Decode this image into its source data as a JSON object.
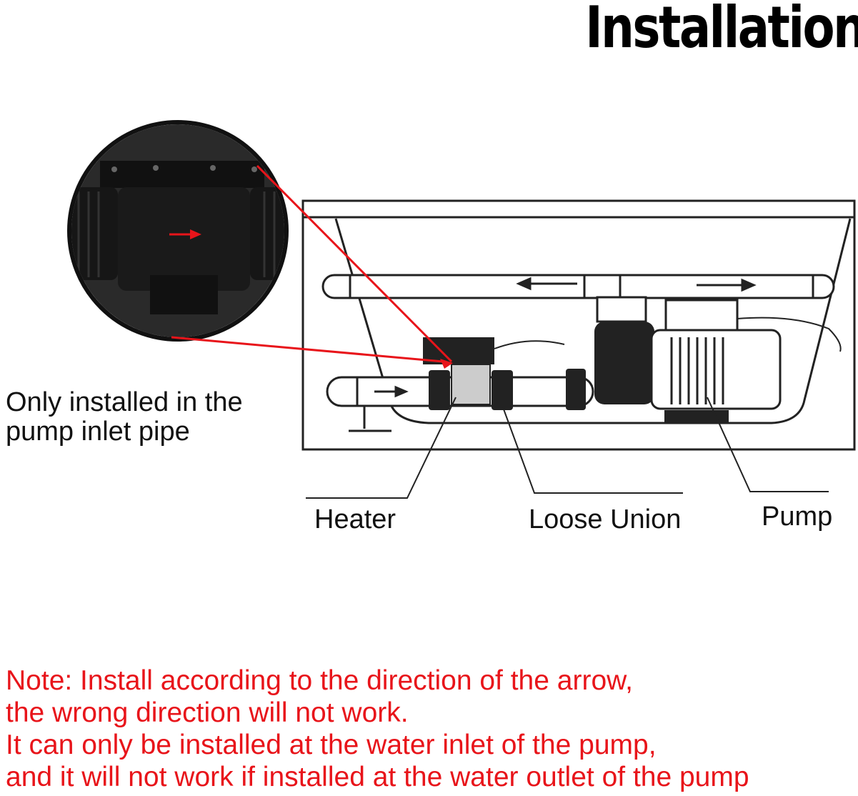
{
  "title": "Installation",
  "labels": {
    "inlet_line1": "Only installed in the",
    "inlet_line2": "pump inlet pipe",
    "heater": "Heater",
    "loose_union": "Loose Union",
    "pump": "Pump"
  },
  "note": {
    "line1": "Note: Install according to the direction of the arrow,",
    "line2": "the wrong direction will not work.",
    "line3": "It can only be installed at the water inlet of the pump,",
    "line4": "and it will not work if installed at the water outlet of the pump"
  },
  "colors": {
    "note": "#e8141a",
    "pointer": "#e8141a",
    "sensor_body": "#151515",
    "line": "#222222"
  },
  "icons": [
    "flow-sensor-closeup",
    "flow-arrow",
    "pump-motor",
    "heater-unit"
  ]
}
